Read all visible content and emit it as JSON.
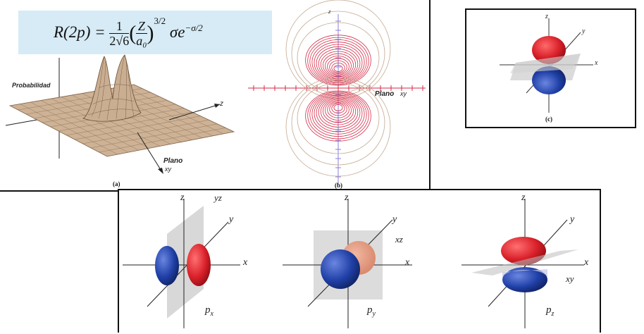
{
  "formula": {
    "lhs": "R(2p) =",
    "numerator": "1",
    "denominator": "2√6",
    "frac_z": "Z",
    "frac_a": "a₀",
    "exponent": "3/2",
    "tail": "σe",
    "tail_exp": "−σ/2"
  },
  "panel_a": {
    "ylabel": "Probabilidad",
    "z_label": "z",
    "plane_label": "Plano",
    "plane_sub": "xy",
    "caption": "(a)"
  },
  "panel_b": {
    "z_label": "z",
    "plane_label": "Plano",
    "plane_sub": "xy",
    "caption": "(b)"
  },
  "panel_c": {
    "z_label": "z",
    "y_label": "y",
    "x_label": "x",
    "caption": "(c)"
  },
  "orbitals": [
    {
      "z": "z",
      "y": "y",
      "x": "x",
      "plane": "yz",
      "name": "p",
      "sub": "x"
    },
    {
      "z": "z",
      "y": "y",
      "x": "x",
      "plane": "xz",
      "name": "p",
      "sub": "y"
    },
    {
      "z": "z",
      "y": "y",
      "x": "x",
      "plane": "xy",
      "name": "p",
      "sub": "z"
    }
  ],
  "colors": {
    "lobe_red": "#d9202a",
    "lobe_blue": "#1f3fa6",
    "contour_red": "#d42a45",
    "contour_tan": "#c4a890",
    "surface": "#cdb296",
    "formula_bg": "#d6ebf5"
  }
}
